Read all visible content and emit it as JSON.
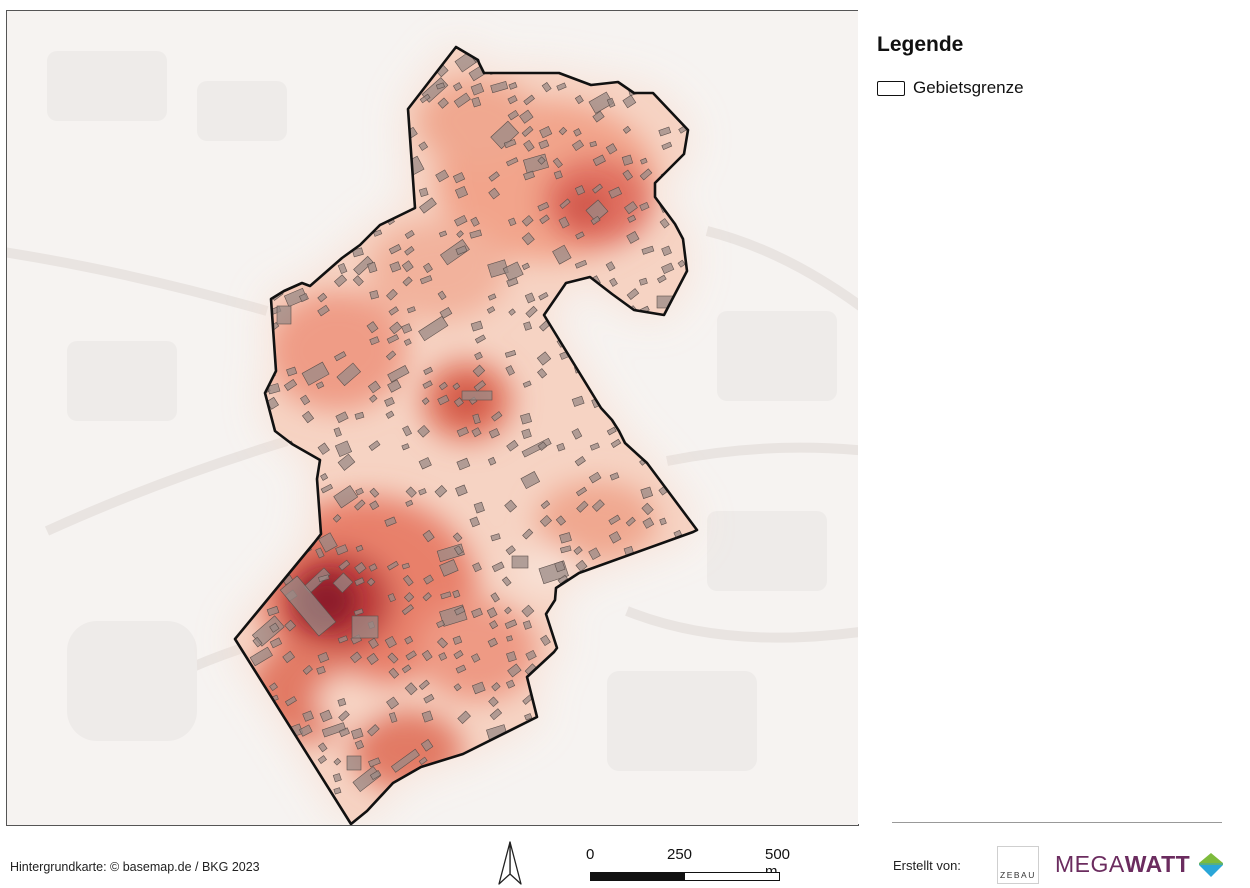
{
  "map": {
    "legend": {
      "title": "Legende",
      "items": [
        {
          "label": "Gebietsgrenze",
          "symbol": "boundary-outline"
        }
      ]
    },
    "credit": "Hintergrundkarte: © basemap.de / BKG 2023",
    "scale": {
      "ticks": [
        "0",
        "250",
        "500 m"
      ],
      "segment_length_m": 250
    },
    "north_arrow": "north-arrow-icon",
    "creator": {
      "label": "Erstellt von:",
      "logos": [
        {
          "name": "ZEBAU",
          "text": "ZEBAU"
        },
        {
          "name": "MEGAWATT",
          "text_regular": "MEGA",
          "text_bold": "WATT"
        }
      ]
    },
    "colors": {
      "heat_light": "#f7c9b5",
      "heat_mid": "#e9785f",
      "heat_dark": "#a8282e",
      "boundary": "#111111",
      "building_fill": "#9a8a86",
      "megawatt_purple": "#6b2c5f",
      "megawatt_green": "#7dbb3c",
      "megawatt_blue": "#2aa6d8"
    }
  }
}
